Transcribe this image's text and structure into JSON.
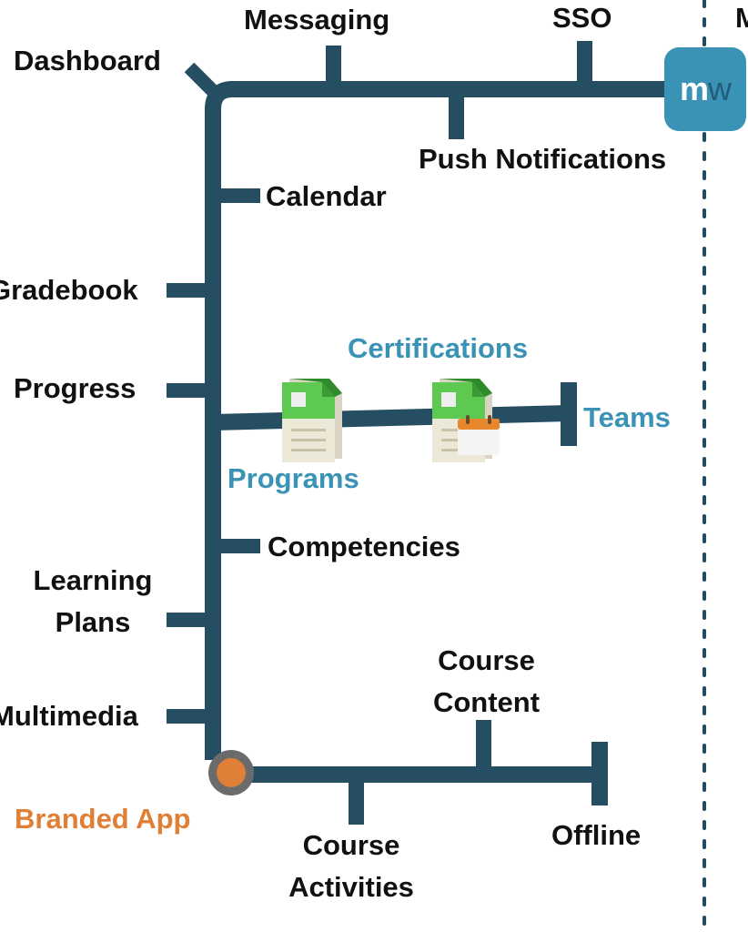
{
  "diagram": {
    "title": "Moodle Workplace app feature metro map",
    "colors": {
      "line": "#254e62",
      "text": "#111111",
      "accent_blue": "#3a93b4",
      "accent_orange": "#e07f36",
      "node_ring": "#6b6b6b",
      "divider": "#1f4c63"
    },
    "logo": {
      "m": "m",
      "w": "w",
      "icon": "moodle-workplace-logo"
    },
    "corner_letter": "M",
    "start_node": {
      "label": "Branded App"
    },
    "main_line_top": [
      {
        "label": "Dashboard"
      },
      {
        "label": "Messaging"
      },
      {
        "label": "Push Notifications"
      },
      {
        "label": "SSO"
      }
    ],
    "main_line_vertical": [
      {
        "label": "Calendar"
      },
      {
        "label": "Gradebook"
      },
      {
        "label": "Progress"
      },
      {
        "label": "Competencies"
      },
      {
        "label": "Learning Plans"
      },
      {
        "label": "Multimedia"
      }
    ],
    "workplace_branch": [
      {
        "label": "Programs",
        "icon": "program-document-icon"
      },
      {
        "label": "Certifications",
        "icon": "certification-calendar-icon"
      },
      {
        "label": "Teams"
      }
    ],
    "course_branch": [
      {
        "label": "Course Activities"
      },
      {
        "label": "Course Content"
      },
      {
        "label": "Offline"
      }
    ]
  }
}
